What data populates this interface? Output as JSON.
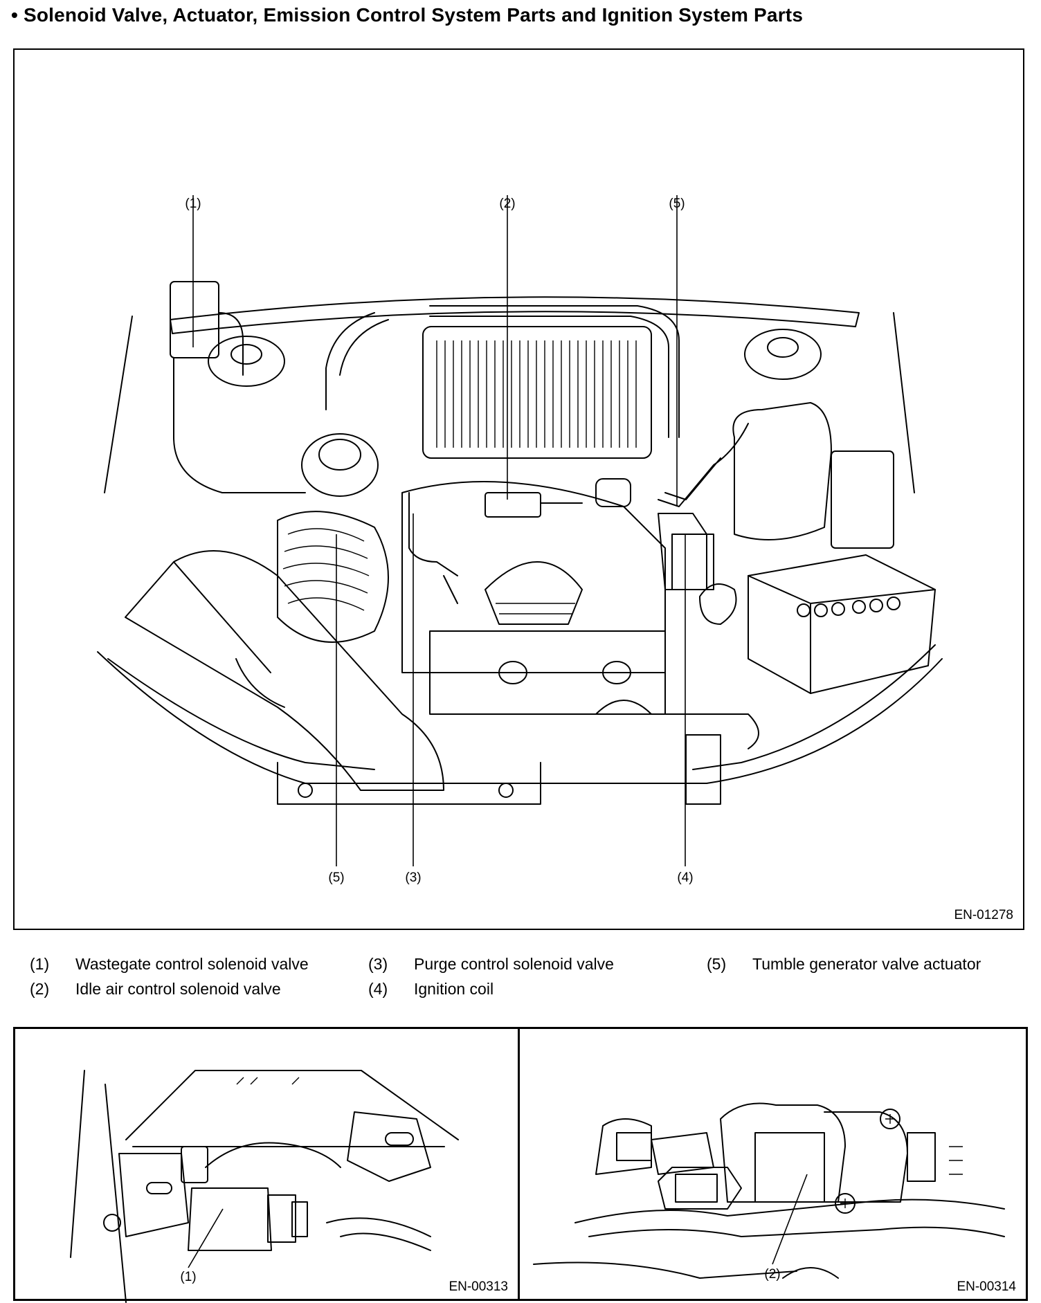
{
  "title": "• Solenoid Valve, Actuator, Emission Control System Parts and Ignition System Parts",
  "main_figure": {
    "code": "EN-01278",
    "callouts_top": [
      "(1)",
      "(2)",
      "(5)"
    ],
    "callouts_bottom": [
      "(5)",
      "(3)",
      "(4)"
    ]
  },
  "legend": [
    {
      "num": "(1)",
      "label": "Wastegate control solenoid valve"
    },
    {
      "num": "(2)",
      "label": "Idle air control solenoid valve"
    },
    {
      "num": "(3)",
      "label": "Purge control solenoid valve"
    },
    {
      "num": "(4)",
      "label": "Ignition coil"
    },
    {
      "num": "(5)",
      "label": "Tumble generator valve actuator"
    }
  ],
  "detail_left": {
    "callout": "(1)",
    "code": "EN-00313"
  },
  "detail_right": {
    "callout": "(2)",
    "code": "EN-00314"
  }
}
